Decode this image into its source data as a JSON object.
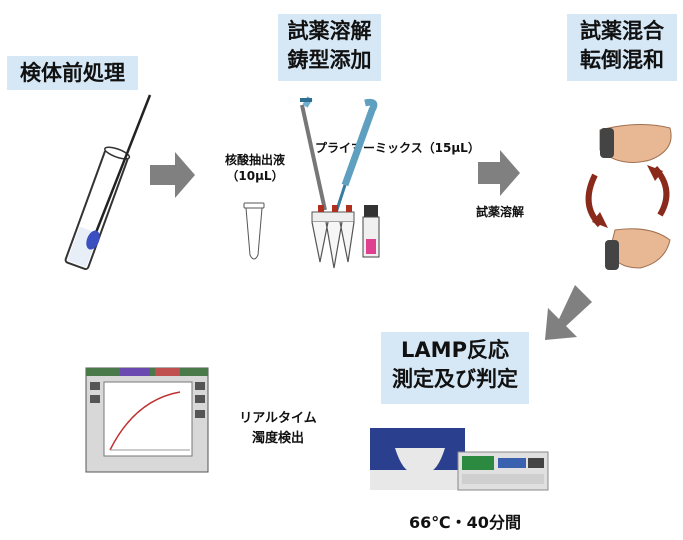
{
  "steps": {
    "pretreatment": "検体前処理",
    "reagent_dissolve_l1": "試薬溶解",
    "reagent_dissolve_l2": "鋳型添加",
    "reagent_mix_l1": "試薬混合",
    "reagent_mix_l2": "転倒混和",
    "lamp_l1": "LAMP反応",
    "lamp_l2": "測定及び判定"
  },
  "labels": {
    "nucleic_extract_l1": "核酸抽出液",
    "nucleic_extract_l2": "（10μL）",
    "primer_mix": "プライマーミックス（15μL）",
    "reagent_dissolve_small": "試薬溶解",
    "realtime_l1": "リアルタイム",
    "realtime_l2": "濁度検出",
    "condition": "66℃・40分間"
  },
  "colors": {
    "label_bg": "#d6e8f6",
    "arrow": "#808080",
    "swab_tip": "#3a4fc0",
    "device_blue": "#2b3f8f"
  }
}
